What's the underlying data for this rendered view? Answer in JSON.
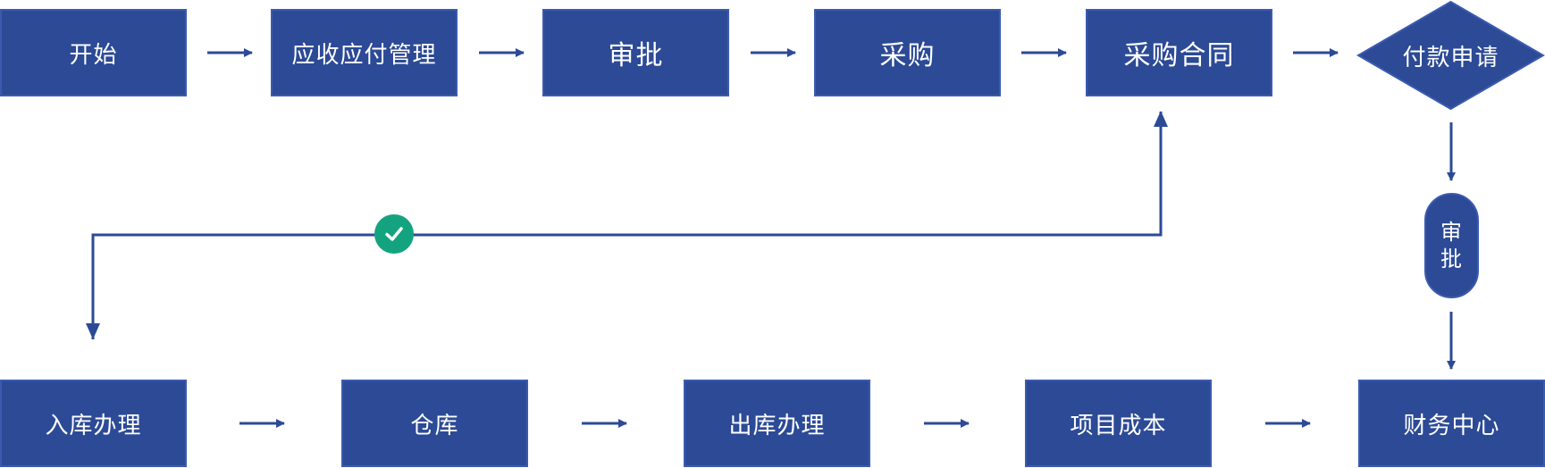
{
  "colors": {
    "box_fill": "#2c4a96",
    "box_border": "#3b5bb0",
    "line": "#2c4a96",
    "check": "#14a37f"
  },
  "nodes": {
    "start": "开始",
    "ar_ap": "应收应付管理",
    "approval_1": "审批",
    "purchase": "采购",
    "purchase_contract": "采购合同",
    "payment_request": "付款申请",
    "approval_2": "审批",
    "inbound": "入库办理",
    "warehouse": "仓库",
    "outbound": "出库办理",
    "project_cost": "项目成本",
    "finance_center": "财务中心"
  },
  "icons": {
    "arrow": "arrow-right-icon",
    "check": "check-circle-icon"
  }
}
